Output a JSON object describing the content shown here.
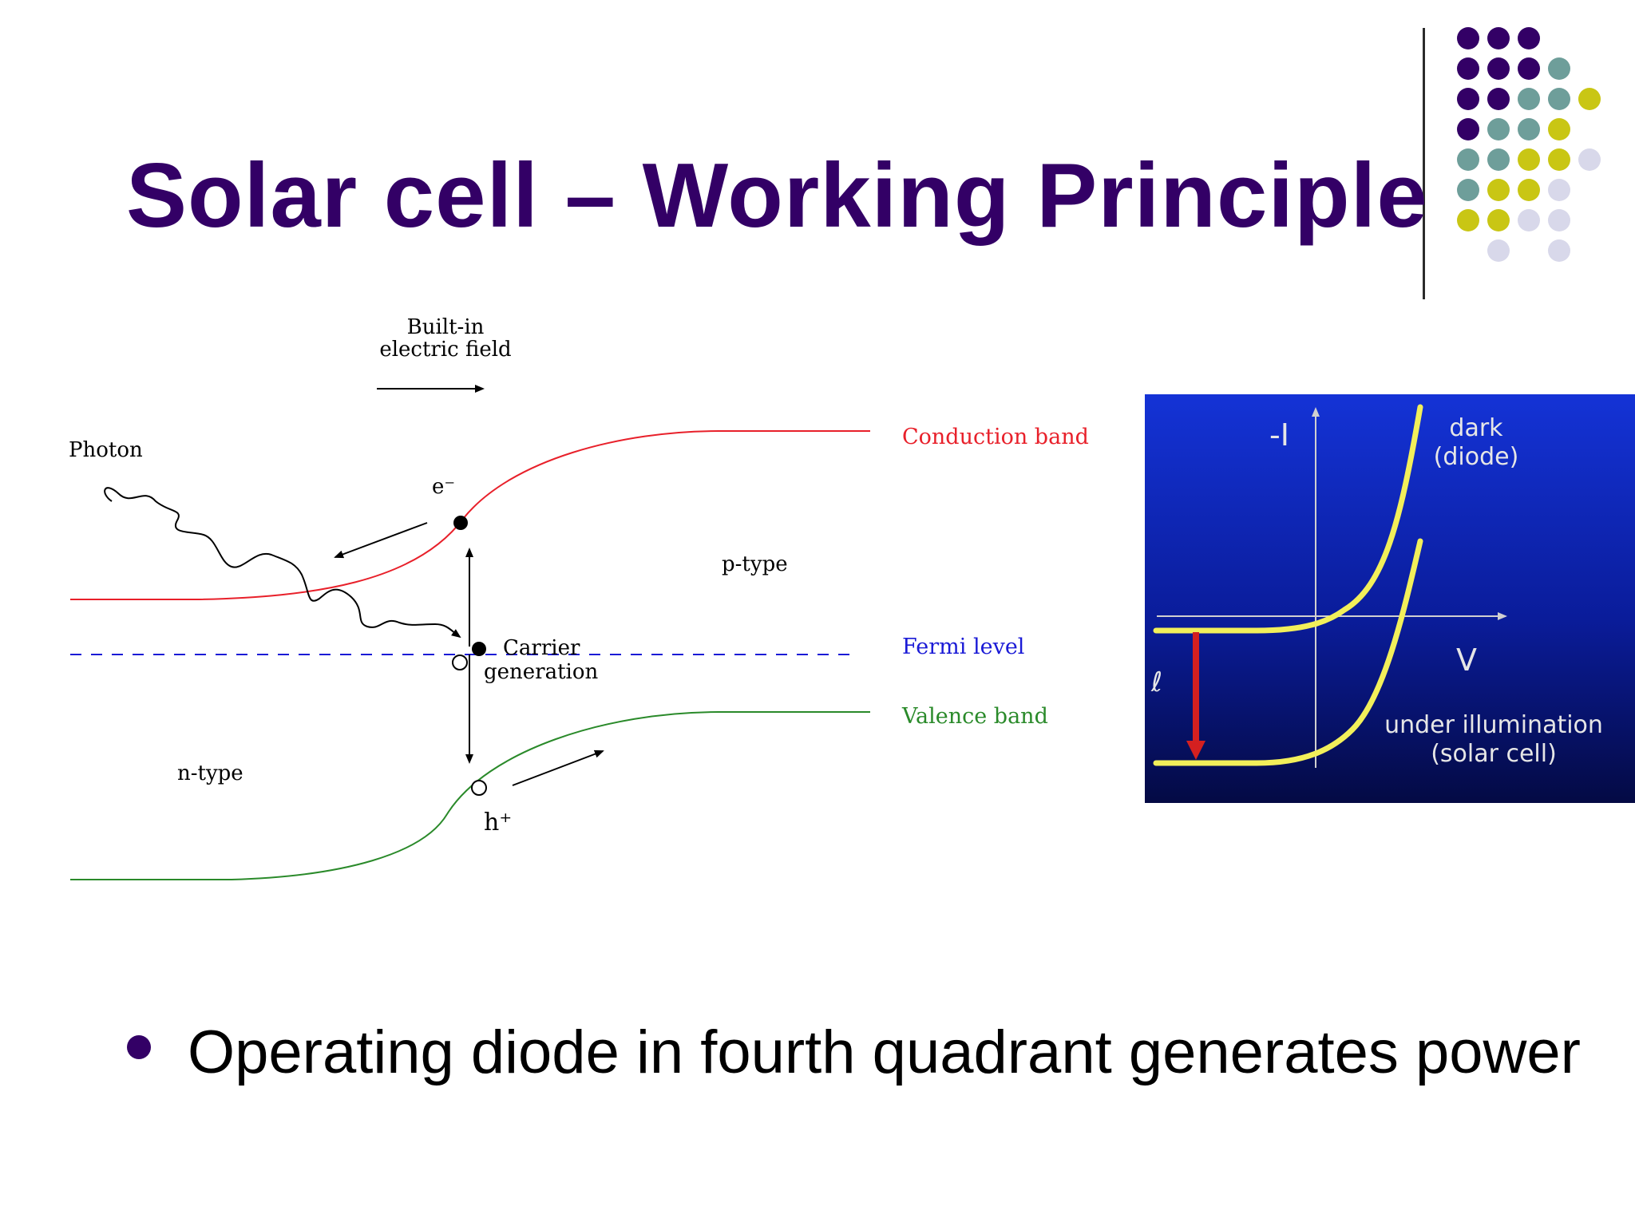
{
  "slide": {
    "title": "Solar cell – Working Principle",
    "bullets": [
      "Operating diode in fourth quadrant generates power"
    ]
  },
  "decoration": {
    "dot_colors": {
      "purple": "#330066",
      "teal": "#6e9e9a",
      "olive": "#c9c614",
      "lavender": "#d8d8ea"
    }
  },
  "band_diagram": {
    "labels": {
      "field_line1": "Built-in",
      "field_line2": "electric field",
      "photon": "Photon",
      "electron": "e⁻",
      "hole": "h⁺",
      "p_type": "p-type",
      "n_type": "n-type",
      "carrier_line1": "Carrier",
      "carrier_line2": "generation",
      "conduction_band": "Conduction band",
      "fermi_level": "Fermi level",
      "valence_band": "Valence band"
    },
    "colors": {
      "conduction": "#e8202a",
      "fermi": "#1a1ad6",
      "valence": "#2a8a2a"
    }
  },
  "iv_panel": {
    "labels": {
      "y_axis": "-I",
      "x_axis": "V",
      "dark_line1": "dark",
      "dark_line2": "(diode)",
      "illum_line1": "under illumination",
      "illum_line2": "(solar cell)",
      "photocurrent": "ℓ"
    },
    "colors": {
      "curve": "#f2ef5a",
      "arrow": "#d42020",
      "text": "#e6e6e6"
    }
  }
}
